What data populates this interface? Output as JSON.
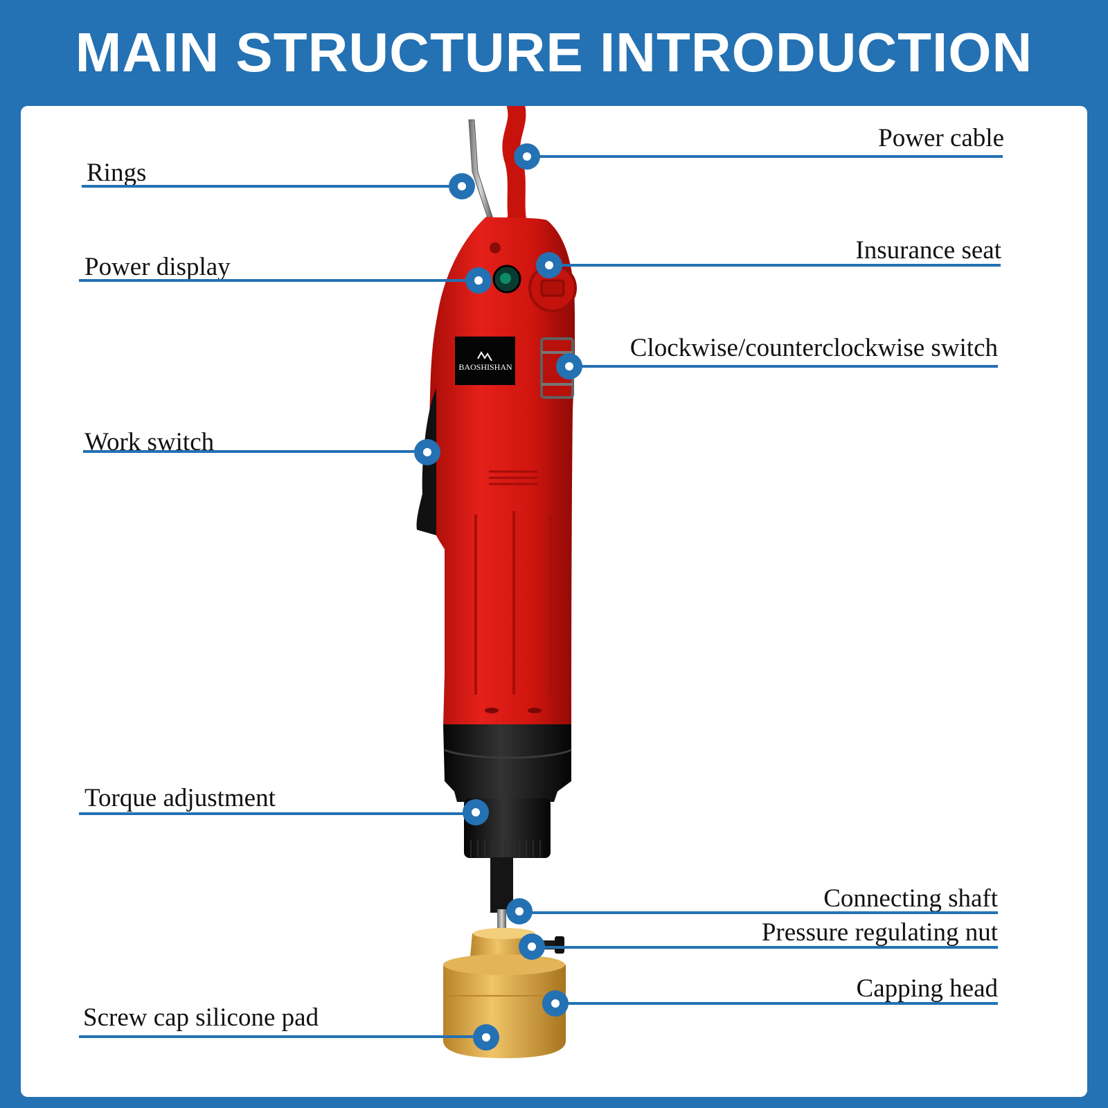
{
  "header": {
    "title": "MAIN STRUCTURE INTRODUCTION"
  },
  "product": {
    "brand": "BAOSHISHAN"
  },
  "callouts": {
    "power_cable": "Power cable",
    "rings": "Rings",
    "insurance_seat": "Insurance seat",
    "power_display": "Power display",
    "direction_switch": "Clockwise/counterclockwise switch",
    "work_switch": "Work switch",
    "torque_adjustment": "Torque adjustment",
    "connecting_shaft": "Connecting shaft",
    "pressure_regulating_nut": "Pressure regulating nut",
    "capping_head": "Capping head",
    "screw_cap_silicone_pad": "Screw cap silicone pad"
  },
  "colors": {
    "accent_blue": "#2471b3",
    "body_red": "#d8160f",
    "collar_black": "#141414",
    "head_gold": "#d9a441"
  }
}
